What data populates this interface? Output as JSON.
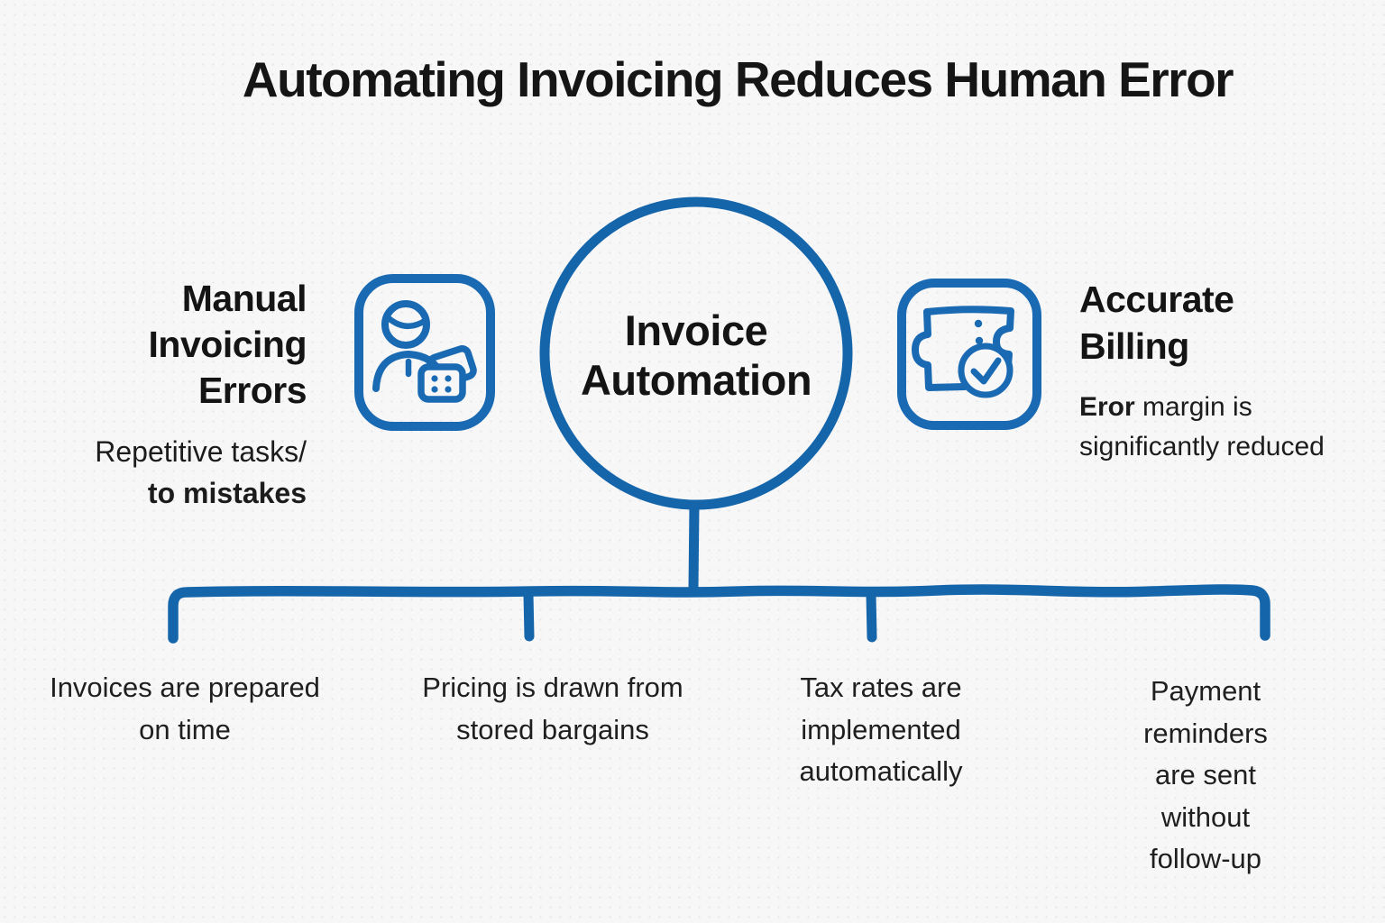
{
  "title": "Automating Invoicing Reduces Human Error",
  "center_node": {
    "label": "Invoice\nAutomation"
  },
  "left_section": {
    "icon": "person-with-cards-icon",
    "heading": "Manual\nInvoicing\nErrors",
    "subtext_line1": "Repetitive tasks/",
    "subtext_line2": "to mistakes"
  },
  "right_section": {
    "icon": "ticket-check-icon",
    "heading": "Accurate\nBilling",
    "subtext_bold": "Eror",
    "subtext_rest": " margin is significantly reduced"
  },
  "branches": [
    {
      "label": "Invoices are prepared\non time"
    },
    {
      "label": "Pricing is drawn from\nstored bargains"
    },
    {
      "label": "Tax rates are\nimplemented\nautomatically"
    },
    {
      "label": "Payment reminders\nare sent without\nfollow-up"
    }
  ],
  "colors": {
    "accent_blue": "#1565ab",
    "icon_blue": "#1a6ab3",
    "text_dark": "#1b1b1b",
    "background": "#f7f7f8"
  }
}
